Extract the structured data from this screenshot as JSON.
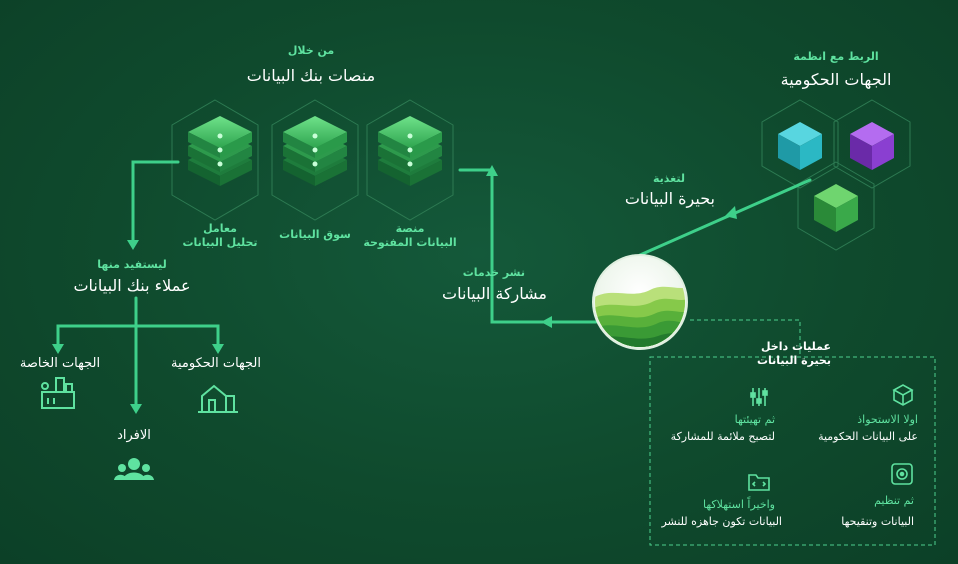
{
  "platforms": {
    "kicker": "من خلال",
    "title": "منصات بنك البيانات",
    "items": [
      {
        "label": [
          "منصة",
          "البيانات المفتوحة"
        ]
      },
      {
        "label": [
          "سوق البيانات"
        ]
      },
      {
        "label": [
          "معامل",
          "تحليل البيانات"
        ]
      }
    ]
  },
  "government": {
    "kicker": "الربط مع انظمة",
    "title": "الجهات الحكومية",
    "cube_colors": [
      "#2bb8c4",
      "#8a3fd1",
      "#3aa94a"
    ]
  },
  "lake_feed": {
    "kicker": "لتغذية",
    "title": "بحيرة البيانات"
  },
  "sharing": {
    "kicker": "نشر خدمات",
    "title": "مشاركة البيانات"
  },
  "customers": {
    "kicker": "ليستفيد منها",
    "title": "عملاء بنك البيانات",
    "items": [
      {
        "label": "الجهات الخاصة",
        "icon": "factory-icon"
      },
      {
        "label": "الافراد",
        "icon": "people-icon"
      },
      {
        "label": "الجهات الحكومية",
        "icon": "building-icon"
      }
    ]
  },
  "operations": {
    "title": [
      "عمليات داخل",
      "بحيرة البيانات"
    ],
    "steps": [
      {
        "accent": "اولا الاستحواذ",
        "text": "على البيانات الحكومية",
        "icon": "box-icon"
      },
      {
        "accent": "ثم تهيئتها",
        "text": "لتصبح ملائمة للمشاركة",
        "icon": "sliders-icon"
      },
      {
        "accent": "ثم تنظيم",
        "text": "البيانات وتنقيحها",
        "icon": "target-icon"
      },
      {
        "accent": "واخيراً استهلاكها",
        "text": "البيانات تكون جاهزه للنشر",
        "icon": "code-folder-icon"
      }
    ]
  },
  "colors": {
    "accent": "#5fe2a0",
    "line": "#3ed08a",
    "background": "#0f4a2d"
  }
}
